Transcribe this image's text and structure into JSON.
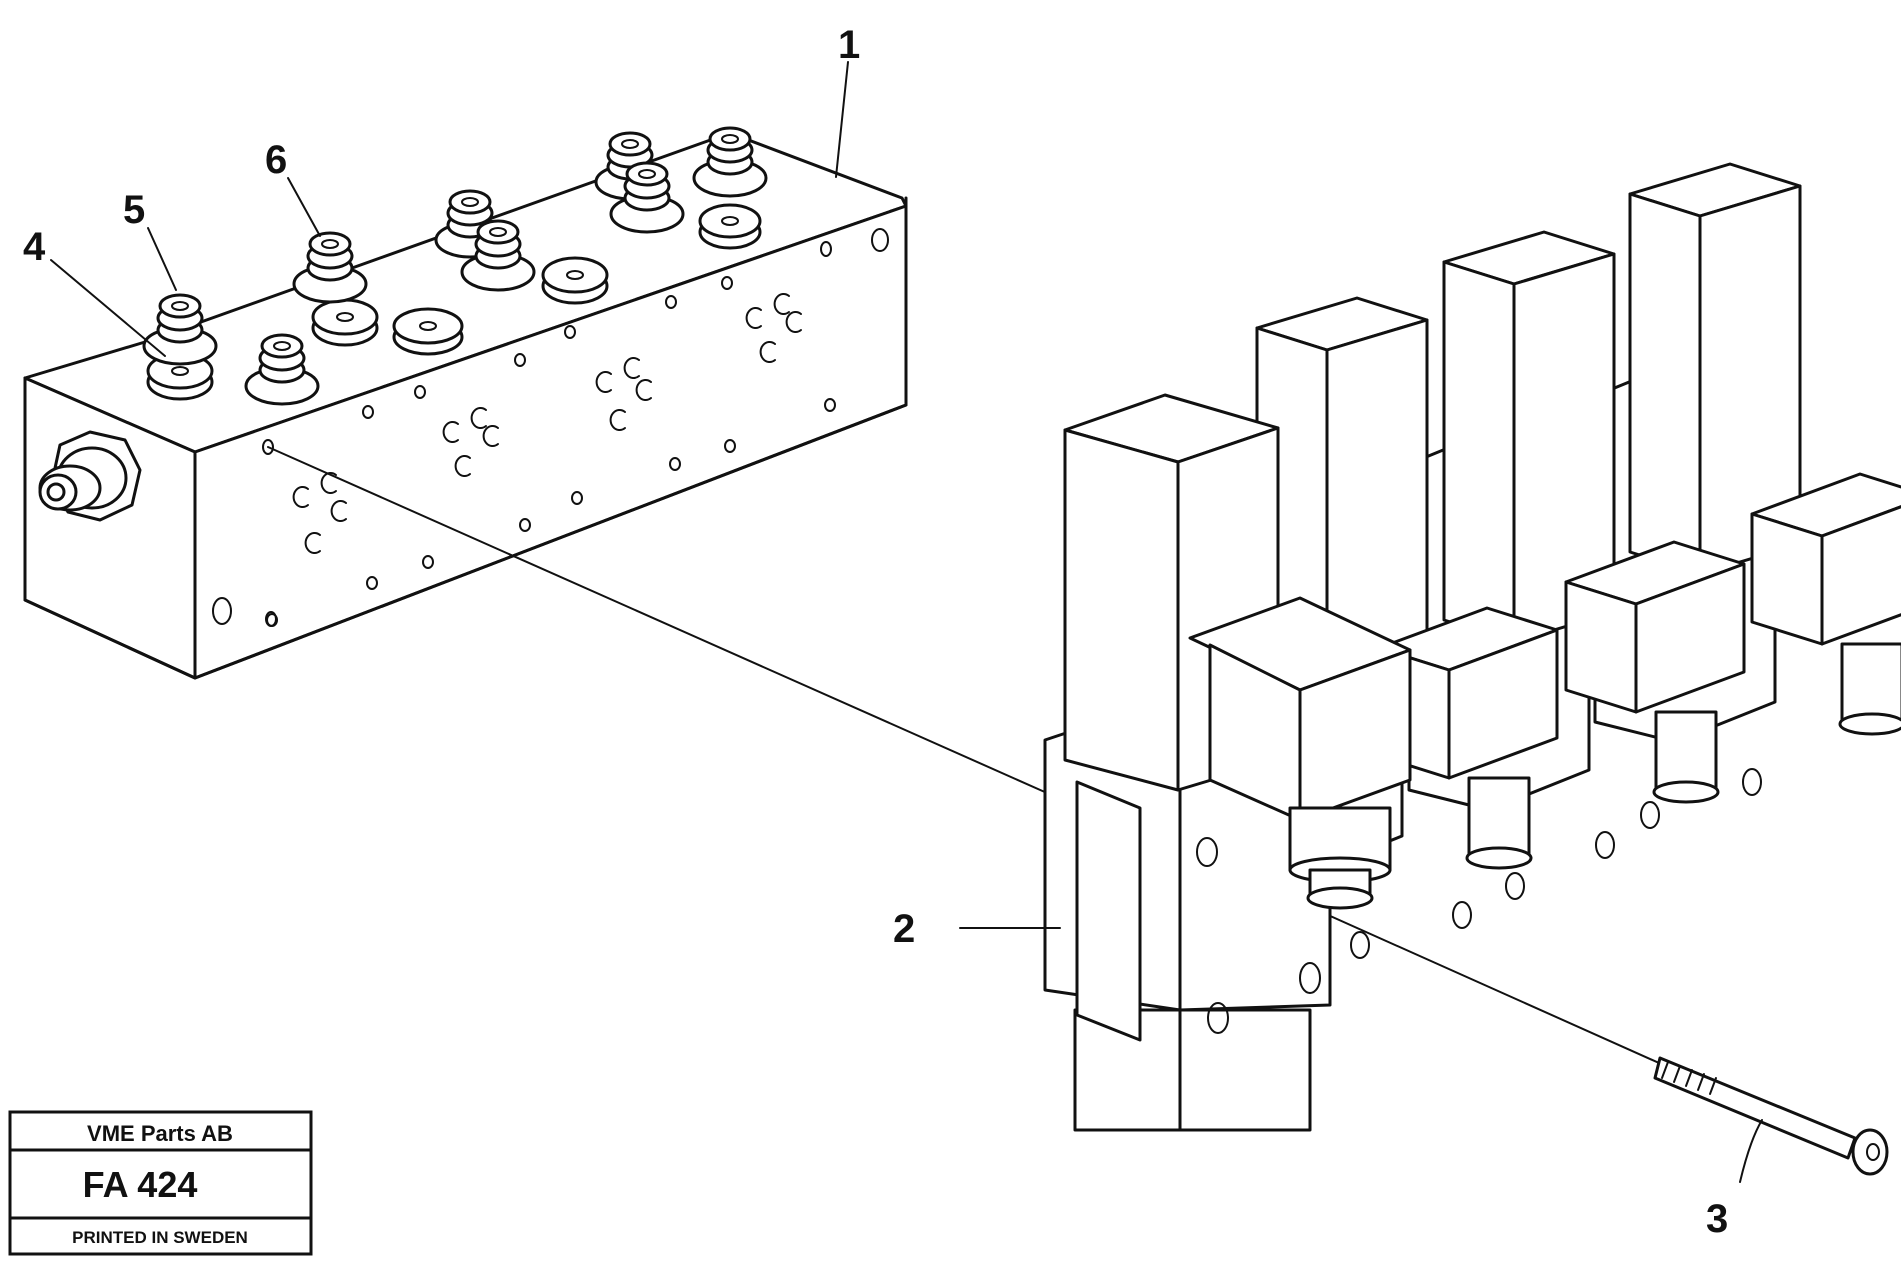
{
  "diagram": {
    "callouts": [
      "1",
      "2",
      "3",
      "4",
      "5",
      "6"
    ]
  },
  "title_block": {
    "company": "VME Parts AB",
    "figure_code": "FA 424",
    "printed_note": "PRINTED IN SWEDEN"
  }
}
